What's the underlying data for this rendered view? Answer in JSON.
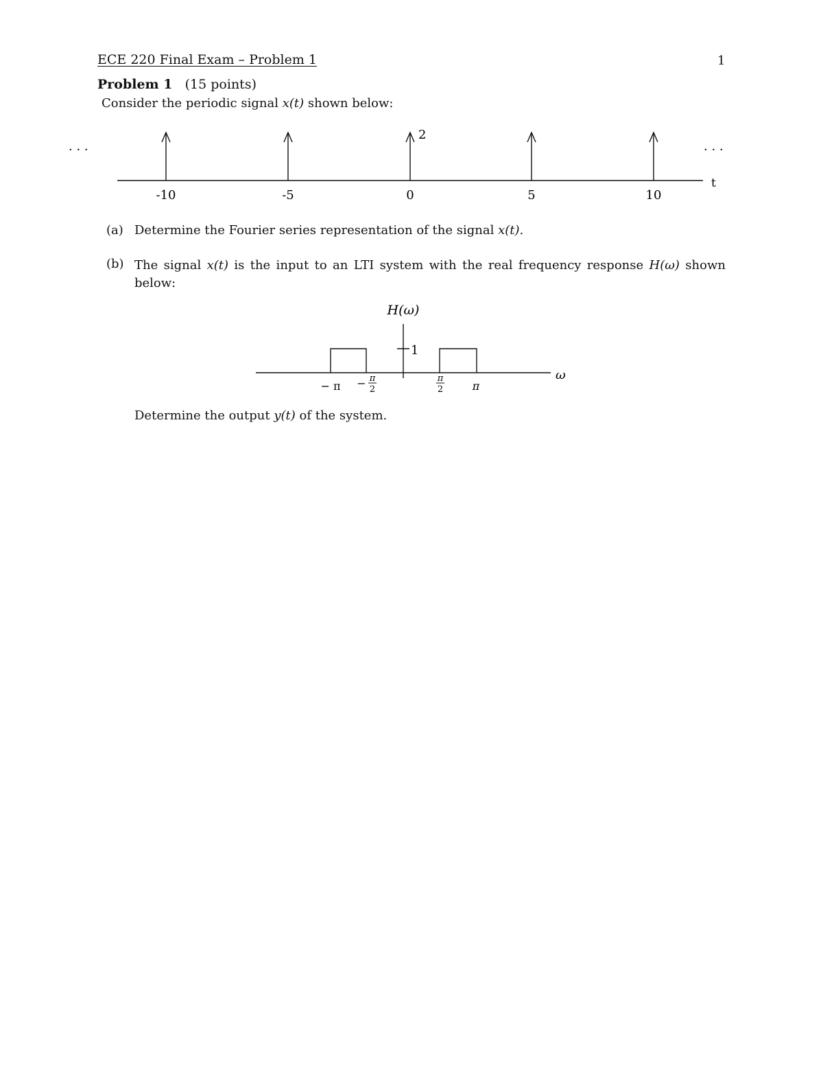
{
  "header": {
    "title": "ECE 220 Final Exam – Problem 1",
    "page_number": "1"
  },
  "problem": {
    "heading_bold": "Problem 1",
    "heading_points": "(15 points)",
    "intro_prefix": "Consider the periodic signal",
    "intro_var": "x(t)",
    "intro_suffix": "shown below:"
  },
  "impulse_plot": {
    "ellipsis_left": "· · ·",
    "ellipsis_right": "· · ·",
    "axis_label": "t",
    "amplitude_label": "2",
    "ticks": [
      "-10",
      "-5",
      "0",
      "5",
      "10"
    ]
  },
  "items": {
    "a_label": "(a)",
    "a_text": "Determine the Fourier series representation of the signal",
    "a_var": "x(t).",
    "b_label": "(b)",
    "b_text_1": "The signal",
    "b_var_1": "x(t)",
    "b_text_2": "is the input to an LTI system with the real frequency response",
    "b_var_2": "H(ω)",
    "b_text_3": "shown below:"
  },
  "freq_plot": {
    "title": "H(ω)",
    "axis_label": "ω",
    "level_label": "1",
    "tick_neg_pi": "− π",
    "tick_neg_half_minus": "−",
    "tick_pi_num": "π",
    "tick_den": "2",
    "tick_pi": "π"
  },
  "question_b": {
    "prefix": "Determine the output",
    "var": "y(t)",
    "suffix": "of the system."
  }
}
